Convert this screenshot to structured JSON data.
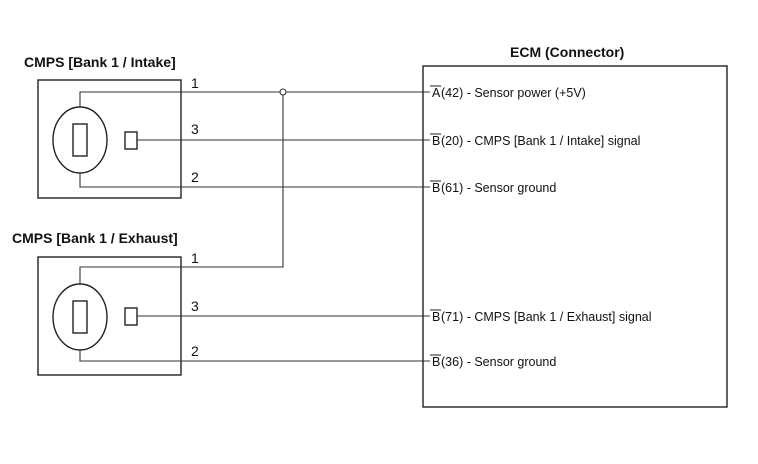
{
  "sensors": {
    "intake": {
      "title": "CMPS [Bank 1 / Intake]",
      "pins": [
        "1",
        "3",
        "2"
      ]
    },
    "exhaust": {
      "title": "CMPS [Bank 1 / Exhaust]",
      "pins": [
        "1",
        "3",
        "2"
      ]
    }
  },
  "ecm": {
    "title": "ECM (Connector)",
    "pins": [
      {
        "connector": "A",
        "label": "(42) - Sensor power (+5V)"
      },
      {
        "connector": "B",
        "label": "(20) - CMPS [Bank 1 / Intake]  signal"
      },
      {
        "connector": "B",
        "label": "(61) - Sensor ground"
      },
      {
        "connector": "B",
        "label": "(71) - CMPS [Bank 1 / Exhaust]  signal"
      },
      {
        "connector": "B",
        "label": "(36) - Sensor ground"
      }
    ]
  }
}
